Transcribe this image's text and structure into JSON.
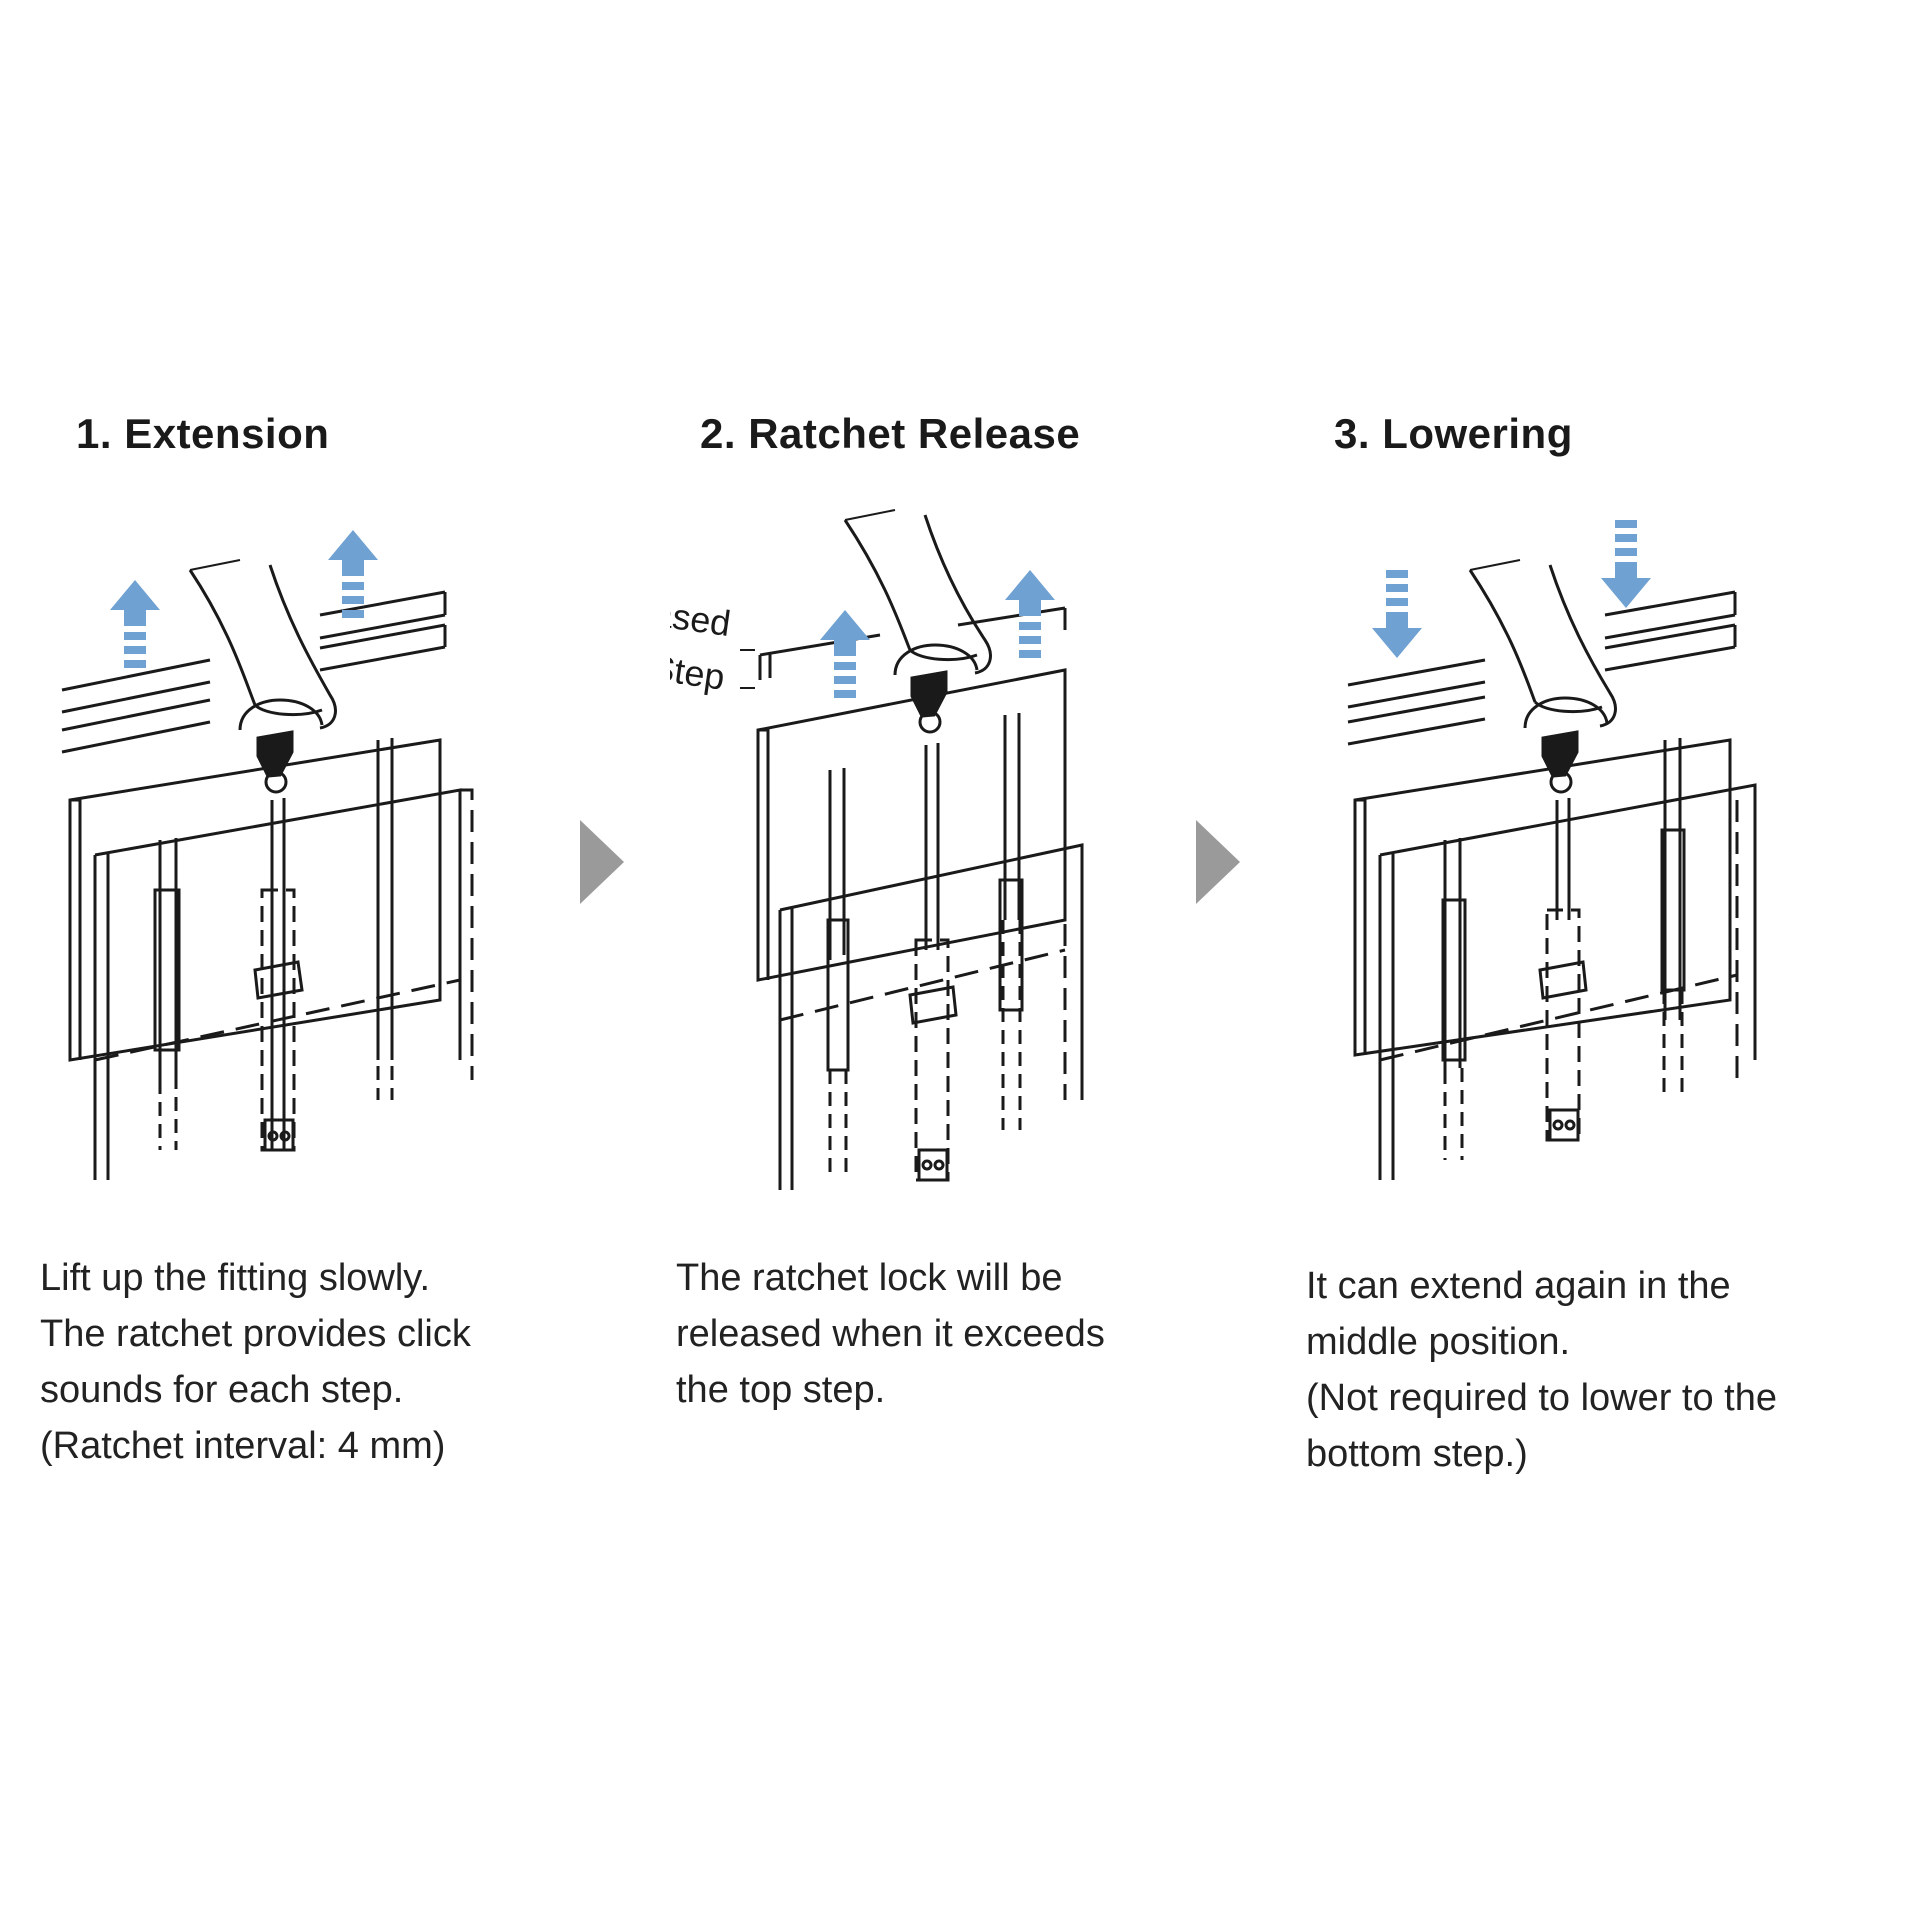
{
  "steps": [
    {
      "title": "1. Extension",
      "caption": [
        "Lift up the fitting slowly.",
        "The ratchet provides click",
        "sounds for each step.",
        "(Ratchet interval: 4 mm)"
      ],
      "motion_icon": "up-arrow-icon"
    },
    {
      "title": "2. Ratchet Release",
      "callouts": [
        "Released",
        "Top Step"
      ],
      "caption": [
        "The ratchet lock will be",
        "released when it exceeds",
        "the top step."
      ],
      "motion_icon": "up-arrow-icon"
    },
    {
      "title": "3. Lowering",
      "caption": [
        "It can extend again in the",
        "middle position.",
        "(Not required to lower to the",
        "bottom step.)"
      ],
      "motion_icon": "down-arrow-icon"
    }
  ],
  "flow_icon": "next-step-arrow-icon",
  "colors": {
    "motion_arrow": "#6fa1d2",
    "flow_arrow": "#9a9a9a",
    "line": "#1a1a1a"
  }
}
